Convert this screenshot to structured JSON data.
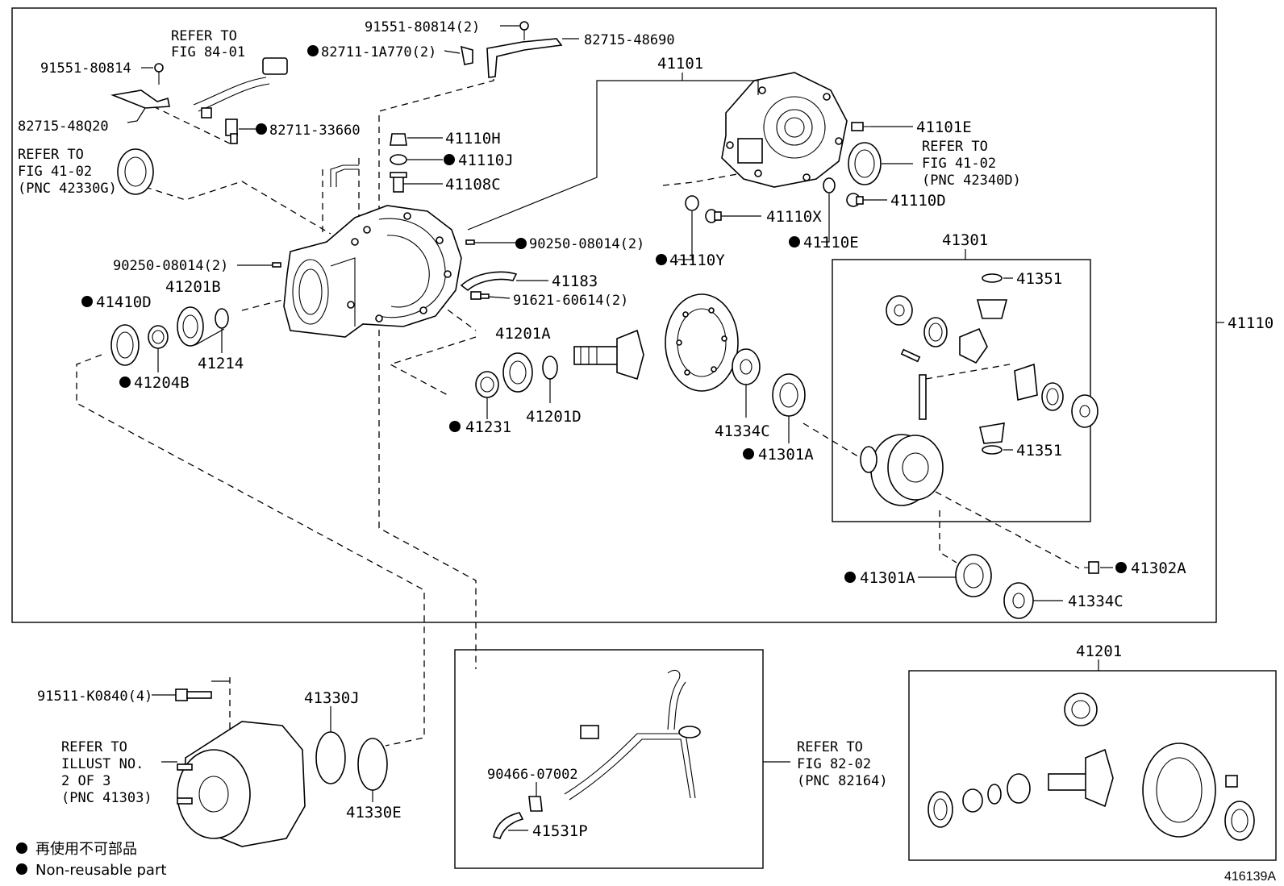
{
  "diagram": {
    "figure_code": "416139A",
    "main_assembly": "41110",
    "labels": {
      "refer_84_01": [
        "REFER TO",
        "FIG 84-01"
      ],
      "p_91551_80814_2": "91551-80814(2)",
      "p_82715_48690": "82715-48690",
      "p_82711_1A770_2": "82711-1A770(2)",
      "p_91551_80814": "91551-80814",
      "p_82715_48Q20": "82715-48Q20",
      "p_82711_33660": "82711-33660",
      "refer_41_02_left": [
        "REFER TO",
        "FIG 41-02",
        "(PNC 42330G)"
      ],
      "p_41110H": "41110H",
      "p_41110J": "41110J",
      "p_41108C": "41108C",
      "p_41101": "41101",
      "p_41101E": "41101E",
      "refer_41_02_right": [
        "REFER TO",
        "FIG 41-02",
        "(PNC 42340D)"
      ],
      "p_41110D": "41110D",
      "p_41110X": "41110X",
      "p_41110E": "41110E",
      "p_41110Y": "41110Y",
      "p_90250_08014_2_right": "90250-08014(2)",
      "p_90250_08014_2_left": "90250-08014(2)",
      "p_41183": "41183",
      "p_91621_60614_2": "91621-60614(2)",
      "p_41201B": "41201B",
      "p_41410D": "41410D",
      "p_41214": "41214",
      "p_41204B": "41204B",
      "p_41201A": "41201A",
      "p_41231": "41231",
      "p_41201D": "41201D",
      "p_41334C_upper": "41334C",
      "p_41301A_upper": "41301A",
      "p_41301": "41301",
      "p_41351_top": "41351",
      "p_41351_bottom": "41351",
      "p_41302A": "41302A",
      "p_41301A_lower": "41301A",
      "p_41334C_lower": "41334C",
      "p_41110": "41110",
      "p_91511_K0840_4": "91511-K0840(4)",
      "refer_illust": [
        "REFER TO",
        "ILLUST NO.",
        "2 OF 3",
        "(PNC 41303)"
      ],
      "p_41330J": "41330J",
      "p_41330E": "41330E",
      "p_90466_07002": "90466-07002",
      "p_41531P": "41531P",
      "refer_82_02": [
        "REFER TO",
        "FIG 82-02",
        "(PNC 82164)"
      ],
      "p_41201": "41201"
    },
    "legend": {
      "non_reusable_jp": "再使用不可部品",
      "non_reusable_en": "Non-reusable part"
    }
  }
}
